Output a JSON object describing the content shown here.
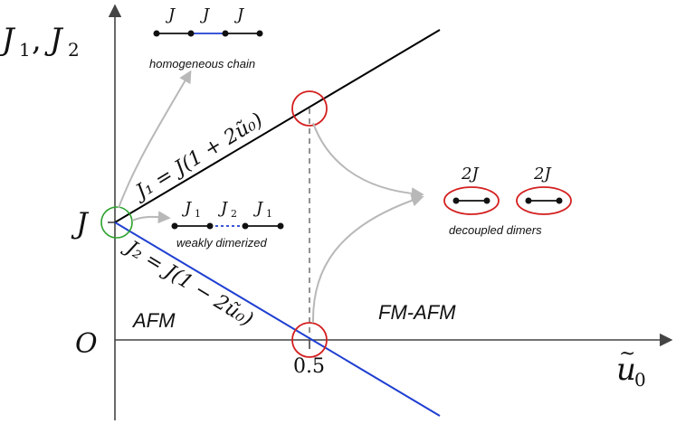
{
  "axes": {
    "y_label_j1": "J",
    "y_label_sub1": "1",
    "y_label_comma": ",",
    "y_label_j2": "J",
    "y_label_sub2": "2",
    "x_label_base": "u",
    "x_label_tilde": "~",
    "x_label_sub": "0",
    "origin_label": "O",
    "j_tick_label": "J",
    "x_tick_label": "0.5"
  },
  "lines": {
    "upper_equation": "J₁ = J(1 + 2ũ₀)",
    "lower_equation": "J₂ = J(1 − 2ũ₀)",
    "upper_color": "#000000",
    "lower_color": "#1f3fd1"
  },
  "regions": {
    "afm": "AFM",
    "fm_afm": "FM-AFM"
  },
  "insets": {
    "homogeneous": {
      "labels": [
        "J",
        "J",
        "J"
      ],
      "caption": "homogeneous chain"
    },
    "weakly": {
      "labels_j1_a": "J",
      "labels_j2": "J",
      "labels_j1_b": "J",
      "sub1": "1",
      "sub2": "2",
      "caption": "weakly dimerized"
    },
    "dimers": {
      "label_a": "2J",
      "label_b": "2J",
      "caption": "decoupled dimers"
    }
  },
  "colors": {
    "circle_red": "#d42020",
    "circle_green": "#2ba12b",
    "arrow_gray": "#b8b8b8",
    "dash_gray": "#777777",
    "axis": "#444444",
    "node": "#111111"
  }
}
